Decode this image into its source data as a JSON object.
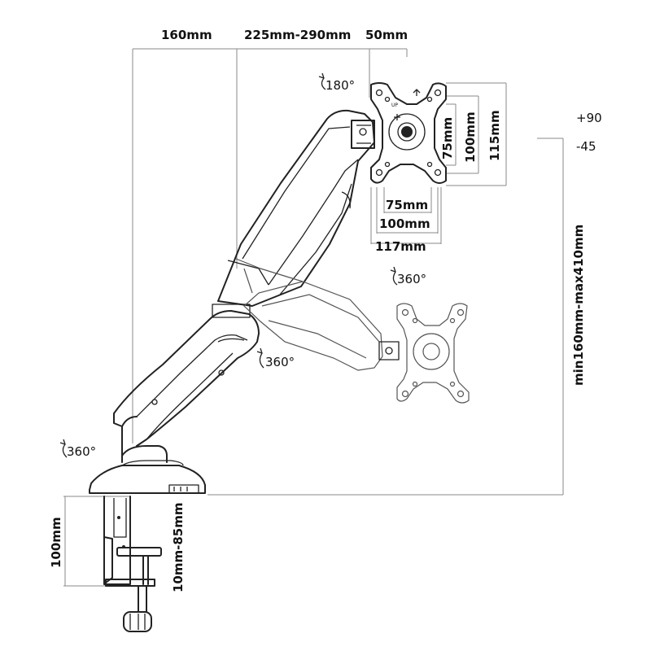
{
  "dimensions": {
    "top_left": "160mm",
    "top_mid": "225mm-290mm",
    "top_right": "50mm",
    "vesa_75_h": "75mm",
    "vesa_100_h": "100mm",
    "vesa_115_h": "115mm",
    "vesa_75_w": "75mm",
    "vesa_100_w": "100mm",
    "vesa_117_w": "117mm",
    "tilt_up": "+90",
    "tilt_down": "-45",
    "height_range": "min160mm-max410mm",
    "clamp_height": "100mm",
    "clamp_range": "10mm-85mm"
  },
  "rotations": {
    "plate_rot": "180°",
    "upper_rot": "360°",
    "mid_rot": "360°",
    "base_rot": "360°"
  },
  "plate_marks": {
    "up_label": "UP"
  },
  "colors": {
    "ink": "#222222",
    "dimension_line": "#8a8a8a"
  }
}
